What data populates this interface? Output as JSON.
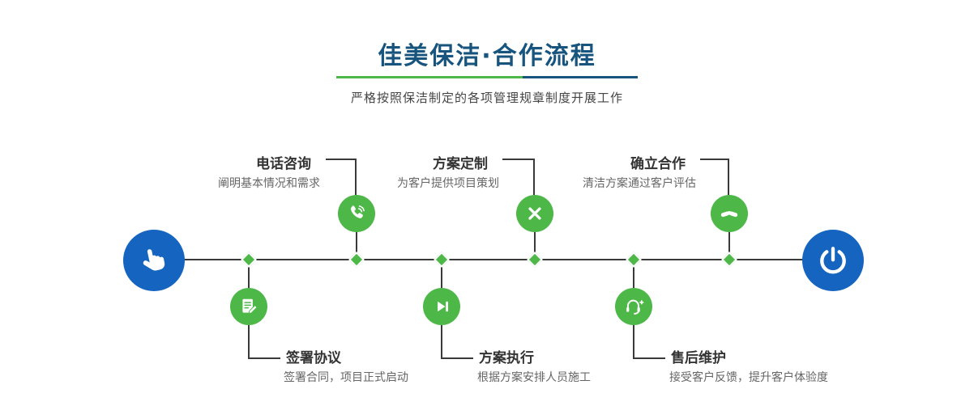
{
  "colors": {
    "title_blue": "#17547e",
    "accent_green": "#4db848",
    "accent_blue": "#1565c0",
    "line_dark": "#3a3a3a",
    "underline_green": "#4db848",
    "underline_blue": "#17547e"
  },
  "header": {
    "title": "佳美保洁·合作流程",
    "subtitle": "严格按照保洁制定的各项管理规章制度开展工作"
  },
  "timeline": {
    "start": {
      "icon": "hand-pointer-icon"
    },
    "end": {
      "icon": "power-icon"
    },
    "top_steps": [
      {
        "title": "电话咨询",
        "desc": "阐明基本情况和需求",
        "icon": "phone-icon"
      },
      {
        "title": "方案定制",
        "desc": "为客户提供项目策划",
        "icon": "design-pencil-icon"
      },
      {
        "title": "确立合作",
        "desc": "清洁方案通过客户评估",
        "icon": "handshake-icon"
      }
    ],
    "bottom_steps": [
      {
        "title": "签署协议",
        "desc": "签署合同，项目正式启动",
        "icon": "contract-sign-icon"
      },
      {
        "title": "方案执行",
        "desc": "根据方案安排人员施工",
        "icon": "play-icon"
      },
      {
        "title": "售后维护",
        "desc": "接受客户反馈，提升客户体验度",
        "icon": "headset-service-icon"
      }
    ]
  }
}
